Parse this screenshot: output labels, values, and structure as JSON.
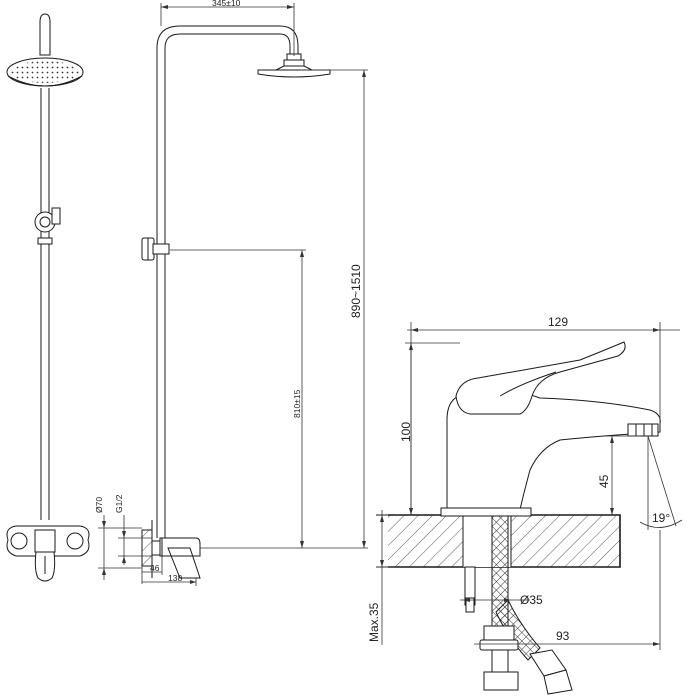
{
  "dimensions": {
    "shower_arm_reach": "345±10",
    "total_height": "890~1510",
    "slider_height": "810±15",
    "wall_diameter": "Ø70",
    "thread": "G1/2",
    "mixer_depth": "46",
    "mixer_projection": "138",
    "basin_width": "129",
    "basin_height": "100",
    "spout_height": "45",
    "spout_angle": "19°",
    "hole_diameter": "Ø35",
    "max_thickness": "Max.35",
    "hose_offset": "93"
  },
  "colors": {
    "line": "#1a1a1a",
    "background": "#ffffff"
  }
}
